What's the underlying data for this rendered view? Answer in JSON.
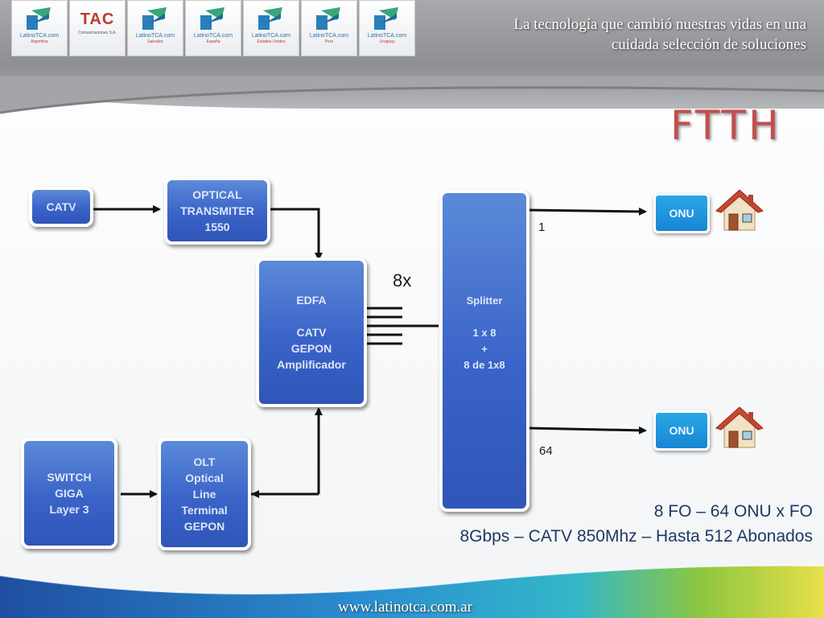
{
  "header": {
    "tagline_line1": "La tecnología que cambió nuestras vidas en una",
    "tagline_line2": "cuidada selección de soluciones",
    "logos": [
      {
        "kind": "latinotca",
        "name": "LatinoTCA.com",
        "country": "Argentina"
      },
      {
        "kind": "tac",
        "name": "TAC",
        "sub": "Comunicaciones S.A."
      },
      {
        "kind": "latinotca",
        "name": "LatinoTCA.com",
        "country": "Salvador"
      },
      {
        "kind": "latinotca",
        "name": "LatinoTCA.com",
        "country": "España"
      },
      {
        "kind": "latinotca",
        "name": "LatinoTCA.com",
        "country": "Estados Unidos"
      },
      {
        "kind": "latinotca",
        "name": "LatinoTCA.com",
        "country": "Perú"
      },
      {
        "kind": "latinotca",
        "name": "LatinoTCA.com",
        "country": "Uruguay"
      }
    ]
  },
  "title": "FTTH",
  "diagram": {
    "catv": "CATV",
    "optical_transmitter": [
      "OPTICAL",
      "TRANSMITER",
      "1550"
    ],
    "edfa": [
      "EDFA",
      "",
      "CATV",
      "GEPON",
      "Amplificador"
    ],
    "switch": [
      "SWITCH",
      "GIGA",
      "Layer 3"
    ],
    "olt": [
      "OLT",
      "Optical",
      "Line",
      "Terminal",
      "GEPON"
    ],
    "splitter": [
      "Splitter",
      "",
      "1 x 8",
      "+",
      "8 de 1x8"
    ],
    "multiplier": "8x",
    "port_first": "1",
    "port_last": "64",
    "onu_top": "ONU",
    "onu_bottom": "ONU",
    "house_icon": "house-icon"
  },
  "summary": {
    "line1": "8 FO – 64 ONU x FO",
    "line2": "8Gbps – CATV 850Mhz – Hasta 512 Abonados"
  },
  "footer": {
    "url": "www.latinotca.com.ar"
  },
  "colors": {
    "block_blue": "#3a63c8",
    "onu_blue": "#1886d4",
    "title_red": "#c0504d",
    "summary_text": "#1f3864"
  }
}
